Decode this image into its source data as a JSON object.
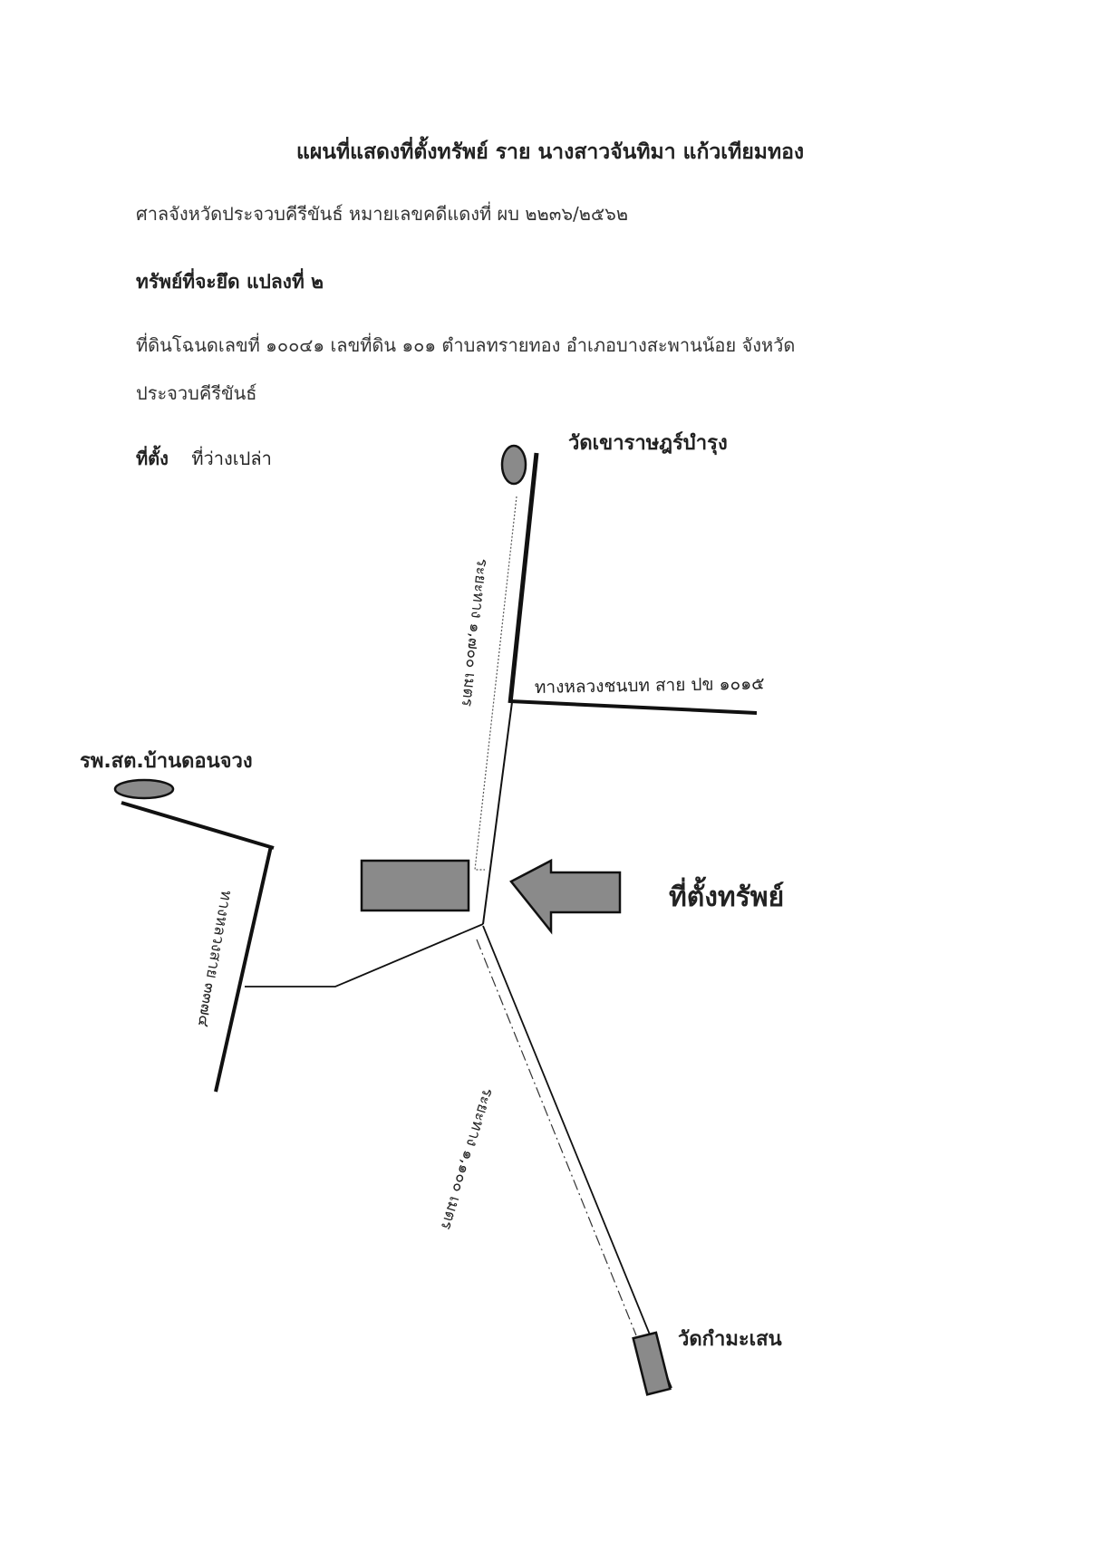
{
  "title": "แผนที่แสดงที่ตั้งทรัพย์ ราย นางสาวจันทิมา แก้วเทียมทอง",
  "court_line": "ศาลจังหวัดประจวบคีรีขันธ์ หมายเลขคดีแดงที่ ผบ ๒๒๓๖/๒๕๖๒",
  "asset_heading": "ทรัพย์ที่จะยึด  แปลงที่ ๒",
  "land_line_1": "ที่ดินโฉนดเลขที่ ๑๐๐๔๑ เลขที่ดิน ๑๐๑ ตำบลทรายทอง อำเภอบางสะพานน้อย จังหวัด",
  "land_line_2": "ประจวบคีรีขันธ์",
  "location": {
    "label": "ที่ตั้ง",
    "value": "ที่ว่างเปล่า"
  },
  "map": {
    "landmarks": {
      "temple_north": "วัดเขาราษฎร์บำรุง",
      "health_station": "รพ.สต.บ้านดอนจวง",
      "temple_south": "วัดกำมะเสน"
    },
    "roads": {
      "rural_road": "ทางหลวงชนบท สาย ปข ๑๐๑๕",
      "highway": "ทางหลวงสาย ๓๓๗๔"
    },
    "distances": {
      "to_north_temple": "ระยะทาง ๑,๗๐๐ เมตร",
      "to_south_temple": "ระยะทาง ๑,๑๐๐ เมตร"
    },
    "property_label": "ที่ตั้งทรัพย์",
    "colors": {
      "fill_gray": "#8a8a8a",
      "line": "#111111"
    }
  }
}
